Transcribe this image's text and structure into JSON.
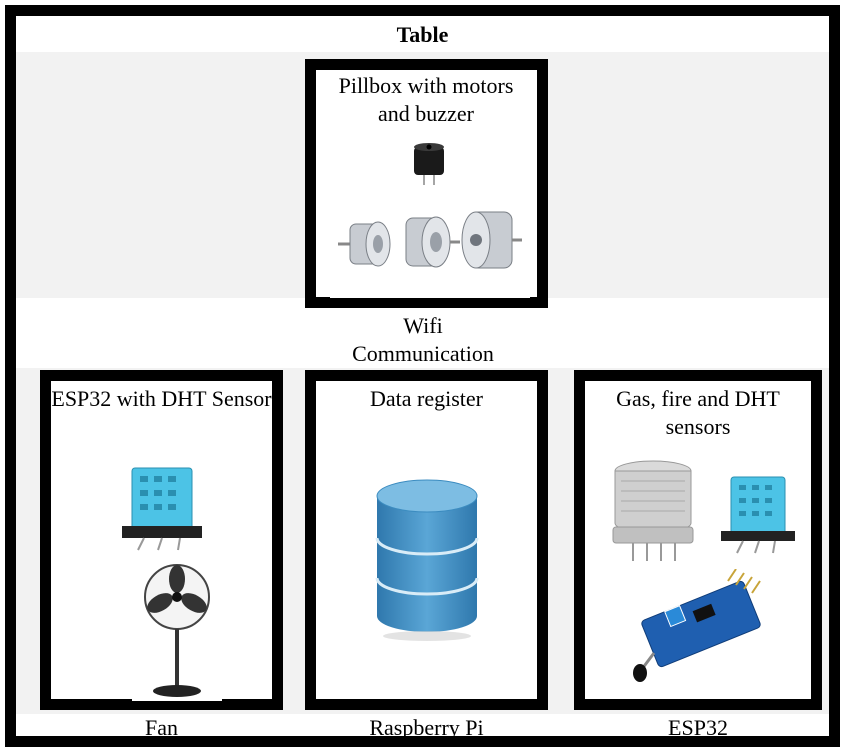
{
  "table": {
    "title": "Table"
  },
  "pillbox": {
    "label": "Pillbox with motors and buzzer"
  },
  "link": {
    "label": "Wifi Communication"
  },
  "modules": {
    "left": {
      "label": "ESP32 with DHT Sensor",
      "caption": "Fan"
    },
    "center": {
      "label": "Data register",
      "caption": "Raspberry Pi"
    },
    "right": {
      "label": "Gas, fire and DHT sensors",
      "caption": "ESP32"
    }
  },
  "icons": {
    "buzzer": "buzzer-icon",
    "motors": "stepper-motor-icon",
    "dht": "dht-sensor-icon",
    "fan": "standing-fan-icon",
    "database": "database-icon",
    "gas": "gas-sensor-icon",
    "flame": "flame-sensor-icon"
  },
  "colors": {
    "border": "#000000",
    "band": "#f2f2f2",
    "database": "#3c8cc0",
    "sensor": "#4cc3e6"
  }
}
